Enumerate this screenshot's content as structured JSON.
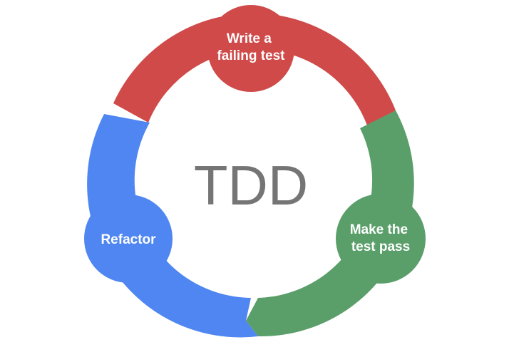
{
  "center": {
    "title": "TDD"
  },
  "steps": [
    {
      "line1": "Write a",
      "line2": "failing test",
      "color": "#cf4a49"
    },
    {
      "line1": "Make the",
      "line2": "test pass",
      "color": "#5a9f6a"
    },
    {
      "line1": "Refactor",
      "line2": "",
      "color": "#4f86f1"
    }
  ],
  "colors": {
    "center_text": "#757575",
    "label_text": "#ffffff",
    "background": "#ffffff"
  }
}
